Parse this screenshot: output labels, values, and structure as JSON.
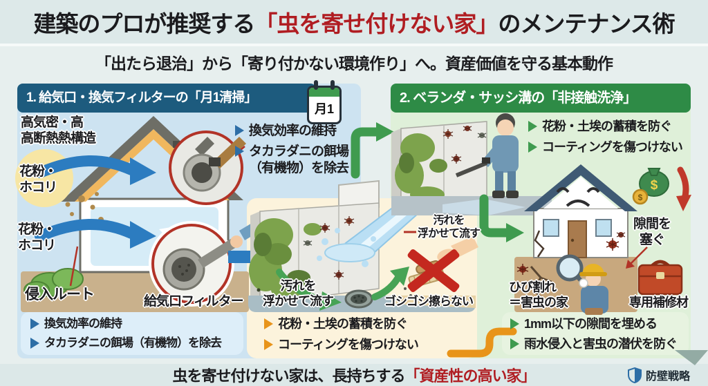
{
  "header": {
    "title_prefix": "建築のプロが推奨する",
    "title_highlight": "「虫を寄せ付けない家」",
    "title_suffix": "のメンテナンス術",
    "subtitle": "「出たら退治」から「寄り付かない環境作り」へ。資産価値を守る基本動作"
  },
  "section1": {
    "header": "1. 給気口・換気フィルターの「月1清掃」",
    "calendar_badge": "月1",
    "structure_label": "高気密・高\n高断熱熱構造",
    "pollen_label_top": "花粉・\nホコリ",
    "pollen_label_bottom": "花粉・\nホコリ",
    "intrusion_label": "侵入ルート",
    "filter_label": "給気口フィルター",
    "benefits_top": [
      "換気効率の維持",
      "タカラダニの餌場\n（有機物）を除去"
    ],
    "benefits_bottom": [
      "換気効率の維持",
      "タカラダニの餌場（有機物）を除去"
    ]
  },
  "section2": {
    "header": "2. ベランダ・サッシ溝の「非接触洗浄」",
    "benefits": [
      "花粉・土埃の蓄積を防ぐ",
      "コーティングを傷つけない"
    ]
  },
  "wash_panel": {
    "rinse_label_top": "汚れを\n浮かせて流す",
    "rinse_label_drain": "汚れを\n浮かせて流す",
    "no_scrub_label": "ゴシゴシ擦らない",
    "benefits": [
      "花粉・土埃の蓄積を防ぐ",
      "コーティングを傷つけない"
    ]
  },
  "repair_panel": {
    "gap_label": "隙間を\n塞ぐ",
    "crack_label": "ひび割れ\n＝害虫の家",
    "material_label": "専用補修材",
    "money_symbol": "$",
    "coin_symbol": "$",
    "benefits": [
      "1mm以下の隙間を埋める",
      "雨水侵入と害虫の潜伏を防ぐ"
    ]
  },
  "footer": {
    "text_prefix": "虫を寄せ付けない家は、長持ちする",
    "text_highlight": "「資産性の高い家」",
    "brand": "防壁戦略"
  },
  "colors": {
    "accent_red": "#b01d22",
    "section1_header": "#1d5b7e",
    "section1_body": "#cde3f1",
    "section2_header": "#2e8b46",
    "section2_body": "#dff0d9",
    "wash_panel_bg": "#fcf3dc",
    "bullet_blue": "#2d6ea6",
    "bullet_green": "#3f9b4f",
    "bullet_orange": "#e8941a",
    "arrow_green": "#3f9b4f",
    "arrow_blue": "#2c7cc0",
    "prohibit_red": "#c4281f"
  }
}
